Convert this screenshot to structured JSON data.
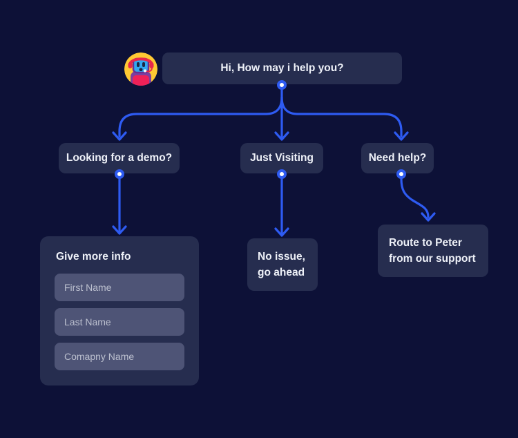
{
  "colors": {
    "background": "#0d1137",
    "node_background": "#262d4f",
    "input_background": "#4e5476",
    "accent_blue": "#2e5bf2",
    "text_primary": "#eef1f8",
    "placeholder_text": "#bcc0cf"
  },
  "root_message": {
    "text": "Hi, How may i help you?",
    "avatar_icon": "bot-avatar-icon"
  },
  "branches": [
    {
      "label": "Looking for a demo?"
    },
    {
      "label": "Just Visiting"
    },
    {
      "label": "Need help?"
    }
  ],
  "form_card": {
    "title": "Give more info",
    "fields": [
      {
        "placeholder": "First Name"
      },
      {
        "placeholder": "Last Name"
      },
      {
        "placeholder": "Comapny Name"
      }
    ]
  },
  "outcomes": [
    {
      "lines": [
        "No issue,",
        "go ahead"
      ]
    },
    {
      "lines": [
        "Route to Peter",
        "from our support"
      ]
    }
  ]
}
